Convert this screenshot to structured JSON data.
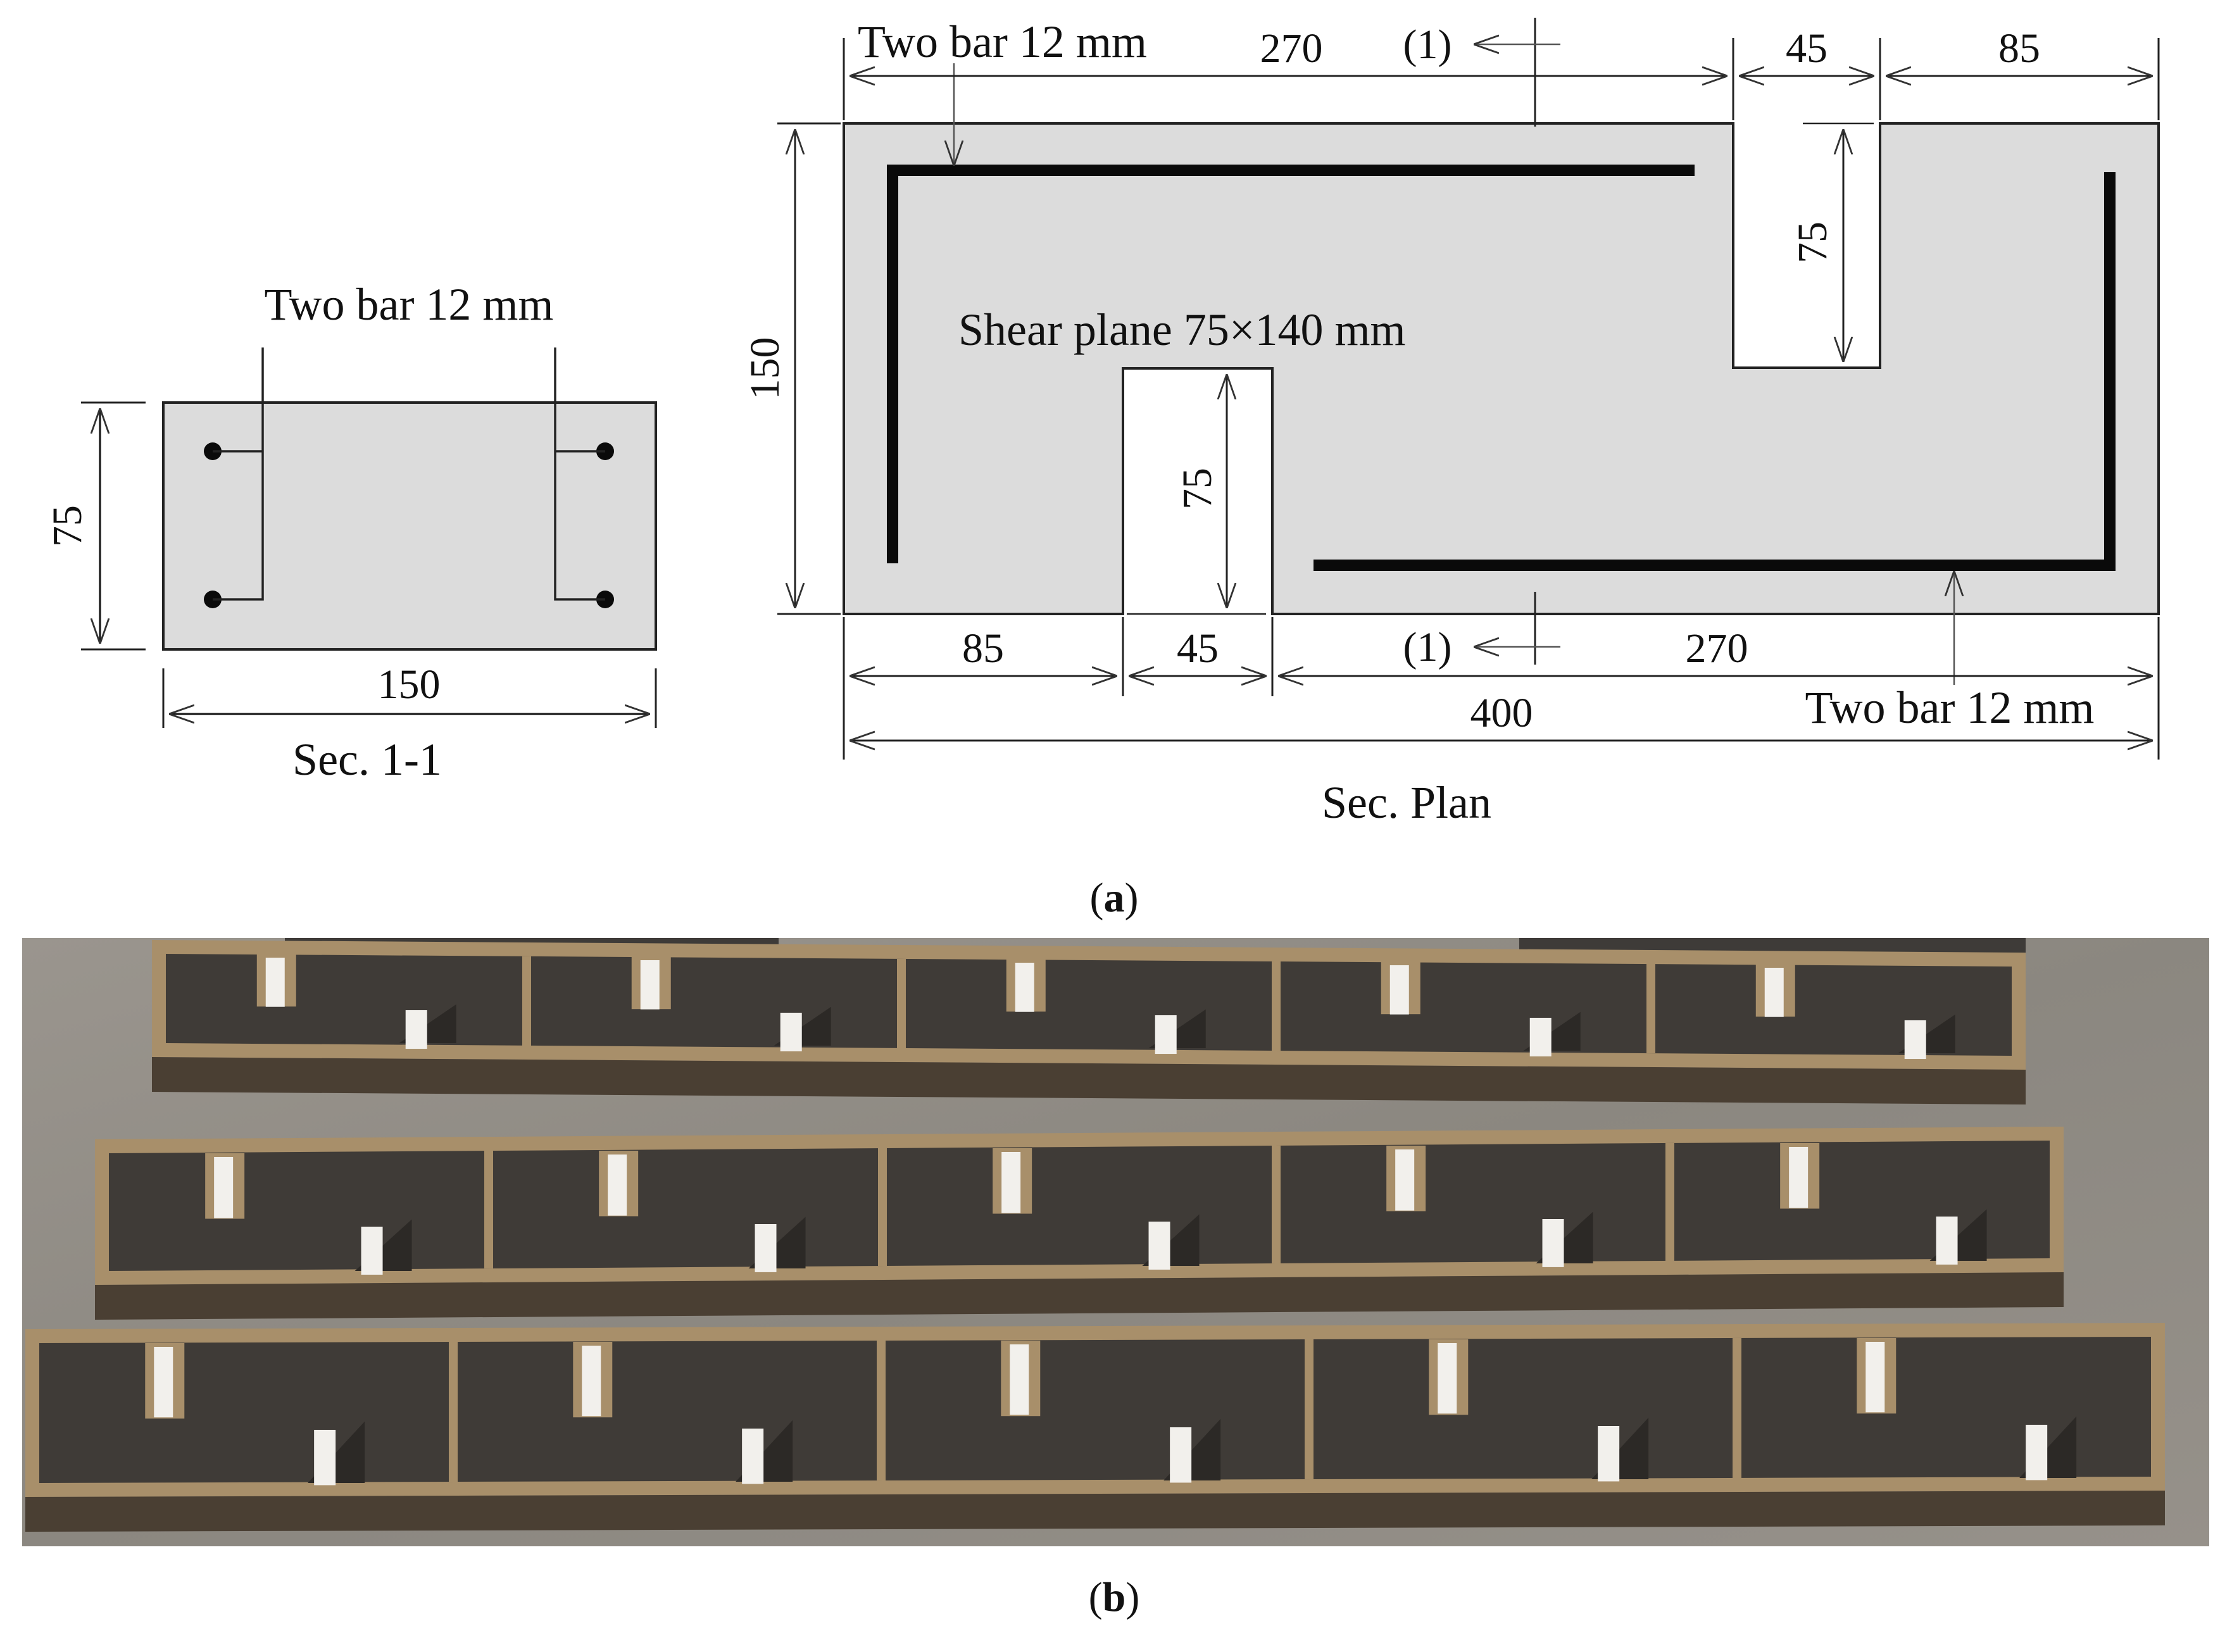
{
  "colors": {
    "concrete_fill": "#dcdcdc",
    "outline": "#222222",
    "rebar": "#0a0a0a",
    "photo_floor": "#8f8b85",
    "plywood_edge": "#a88f6a",
    "plywood_dark": "#3f3b37",
    "foam": "#f2f0ec"
  },
  "panel_a": {
    "label_open": "(",
    "label_letter": "a",
    "label_close": ")",
    "section_1_1": {
      "caption": "Sec. 1-1",
      "rebar_label": "Two bar 12 mm",
      "dim_height": "75",
      "dim_width": "150"
    },
    "plan": {
      "caption": "Sec. Plan",
      "rebar_label_top": "Two bar 12 mm",
      "rebar_label_bottom": "Two bar 12 mm",
      "shear_plane_label": "Shear plane 75×140 mm",
      "section_mark_top": "(1)",
      "section_mark_bottom": "(1)",
      "dim_top_left": "270",
      "dim_top_mid": "45",
      "dim_top_right": "85",
      "dim_left_height": "150",
      "dim_right_notch": "75",
      "dim_left_notch": "75",
      "dim_bottom_left": "85",
      "dim_bottom_mid": "45",
      "dim_bottom_right": "270",
      "dim_overall": "400"
    }
  },
  "panel_b": {
    "label_open": "(",
    "label_letter": "b",
    "label_close": ")",
    "photo": {
      "molds": 3,
      "cells_per_mold": 5
    }
  }
}
